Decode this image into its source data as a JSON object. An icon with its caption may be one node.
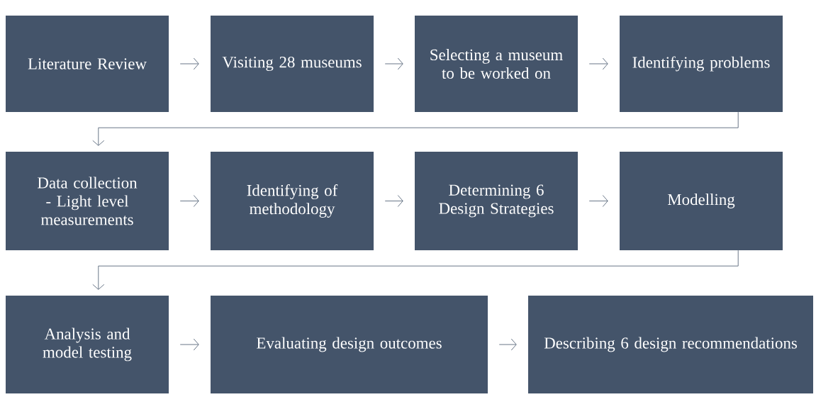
{
  "diagram": {
    "nodes": [
      {
        "text": [
          "Literature Review"
        ]
      },
      {
        "text": [
          "Visiting 28 museums"
        ]
      },
      {
        "text": [
          "Selecting a museum to be worked on"
        ]
      },
      {
        "text": [
          "Identifying problems"
        ]
      },
      {
        "text": [
          "Data collection - Light level measurements"
        ]
      },
      {
        "text": [
          "Identifying of methodology"
        ]
      },
      {
        "text": [
          "Determining 6 Design Strategies"
        ]
      },
      {
        "text": [
          "Modelling"
        ]
      },
      {
        "text": [
          "Analysis and model testing"
        ]
      },
      {
        "text": [
          "Evaluating design outcomes"
        ]
      },
      {
        "text": [
          "Describing 6 design recommendations"
        ]
      }
    ],
    "edges": [
      {
        "from": 0,
        "to": 1,
        "arrow": "to"
      },
      {
        "from": 1,
        "to": 2,
        "arrow": "to"
      },
      {
        "from": 2,
        "to": 3,
        "arrow": "to"
      },
      {
        "from": 3,
        "to": 4,
        "arrow": "to"
      },
      {
        "from": 4,
        "to": 5,
        "arrow": "to"
      },
      {
        "from": 5,
        "to": 6,
        "arrow": "to"
      },
      {
        "from": 6,
        "to": 7,
        "arrow": "to"
      },
      {
        "from": 7,
        "to": 8,
        "arrow": "to"
      },
      {
        "from": 8,
        "to": 9,
        "arrow": "to"
      },
      {
        "from": 9,
        "to": 10,
        "arrow": "to"
      }
    ]
  }
}
